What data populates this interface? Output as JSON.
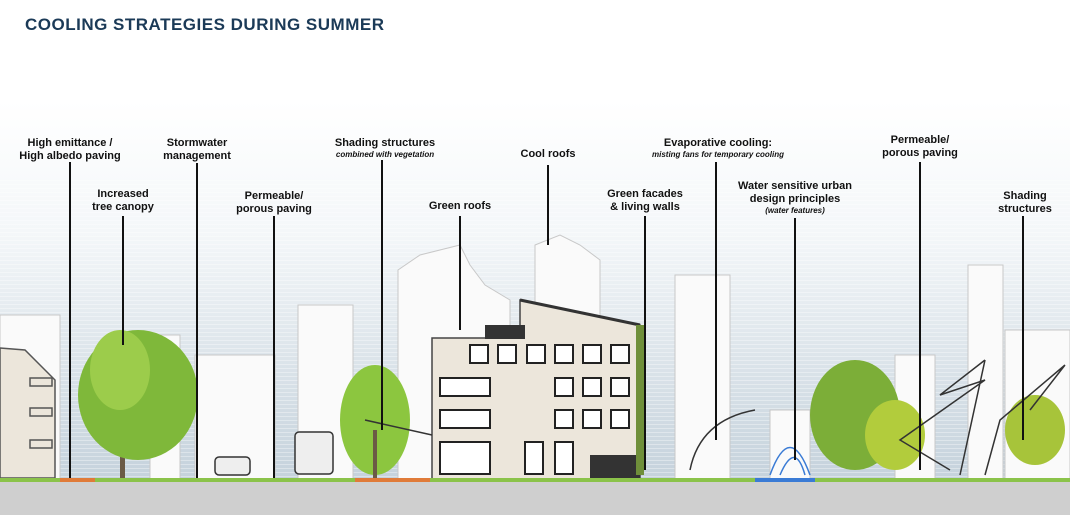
{
  "title": "COOLING STRATEGIES DURING SUMMER",
  "labels": [
    {
      "id": "high-albedo",
      "lines": [
        "High emittance /",
        "High albedo paving"
      ],
      "sub": ""
    },
    {
      "id": "tree-canopy",
      "lines": [
        "Increased",
        "tree canopy"
      ],
      "sub": ""
    },
    {
      "id": "stormwater",
      "lines": [
        "Stormwater",
        "management"
      ],
      "sub": ""
    },
    {
      "id": "permeable-1",
      "lines": [
        "Permeable/",
        "porous paving"
      ],
      "sub": ""
    },
    {
      "id": "shading-veg",
      "lines": [
        "Shading structures",
        ""
      ],
      "sub": "combined with vegetation"
    },
    {
      "id": "green-roofs",
      "lines": [
        "Green roofs",
        ""
      ],
      "sub": ""
    },
    {
      "id": "cool-roofs",
      "lines": [
        "Cool roofs",
        ""
      ],
      "sub": ""
    },
    {
      "id": "green-facades",
      "lines": [
        "Green facades",
        "& living walls"
      ],
      "sub": ""
    },
    {
      "id": "evaporative",
      "lines": [
        "Evaporative cooling:",
        ""
      ],
      "sub": "misting fans for temporary cooling"
    },
    {
      "id": "wsud",
      "lines": [
        "Water sensitive urban",
        "design principles"
      ],
      "sub": "(water features)"
    },
    {
      "id": "permeable-2",
      "lines": [
        "Permeable/",
        "porous paving"
      ],
      "sub": ""
    },
    {
      "id": "shading",
      "lines": [
        "Shading",
        "structures"
      ],
      "sub": ""
    }
  ],
  "colors": {
    "title": "#1b3a57",
    "tree": "#7fb83a",
    "ground": "#8bc34a",
    "sky": "#c9d5de"
  }
}
